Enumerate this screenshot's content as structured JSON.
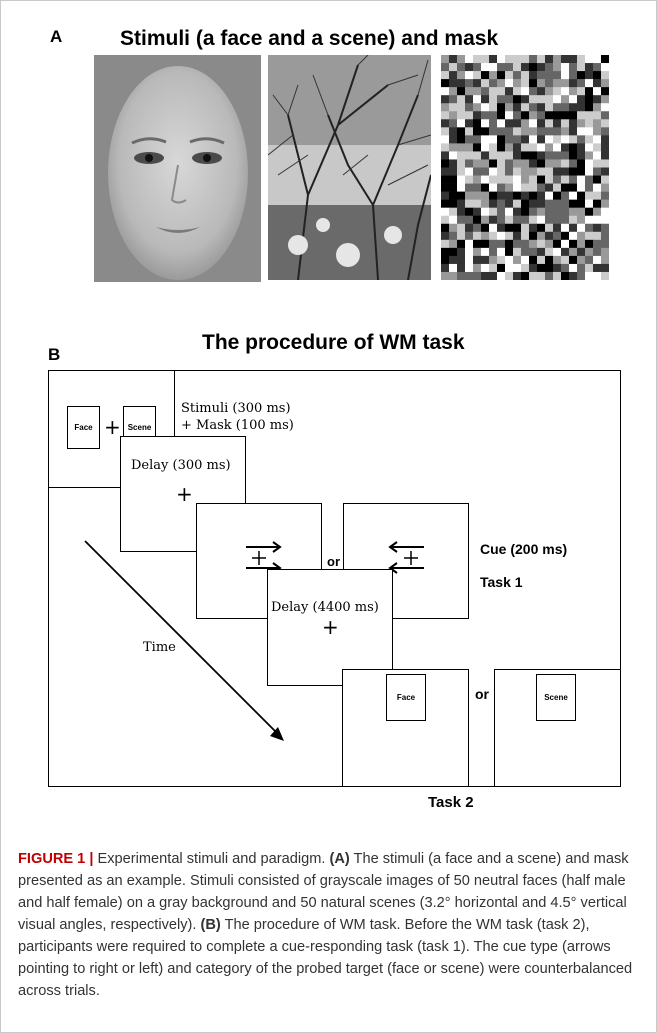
{
  "panel_a": {
    "letter": "A",
    "title": "Stimuli (a face and a scene) and mask"
  },
  "panel_b": {
    "letter": "B",
    "title": "The procedure of WM task",
    "stimuli_label_1": "Stimuli (300 ms)",
    "stimuli_label_2": "+ Mask (100 ms)",
    "mini_face": "Face",
    "mini_scene": "Scene",
    "delay1": "Delay (300 ms)",
    "delay2": "Delay (4400 ms)",
    "or_1": "or",
    "or_2": "or",
    "cue_label": "Cue (200 ms)",
    "task1_label": "Task  1",
    "task2_label": "Task  2",
    "probe_face": "Face",
    "probe_scene": "Scene",
    "time_label": "Time"
  },
  "caption": {
    "fig_label": "FIGURE 1 |",
    "intro": " Experimental stimuli and paradigm. ",
    "a_tag": "(A)",
    "a_text": " The stimuli (a face and a scene) and mask presented as an example. Stimuli consisted of grayscale images of 50 neutral faces (half male and half female) on a gray background and 50 natural scenes (3.2° horizontal and 4.5° vertical visual angles, respectively). ",
    "b_tag": "(B)",
    "b_text": " The procedure of WM task. Before the WM task (task 2), participants were required to complete a cue-responding task (task 1). The cue type (arrows pointing to right or left) and category of the probed target (face or scene) were counterbalanced across trials."
  }
}
